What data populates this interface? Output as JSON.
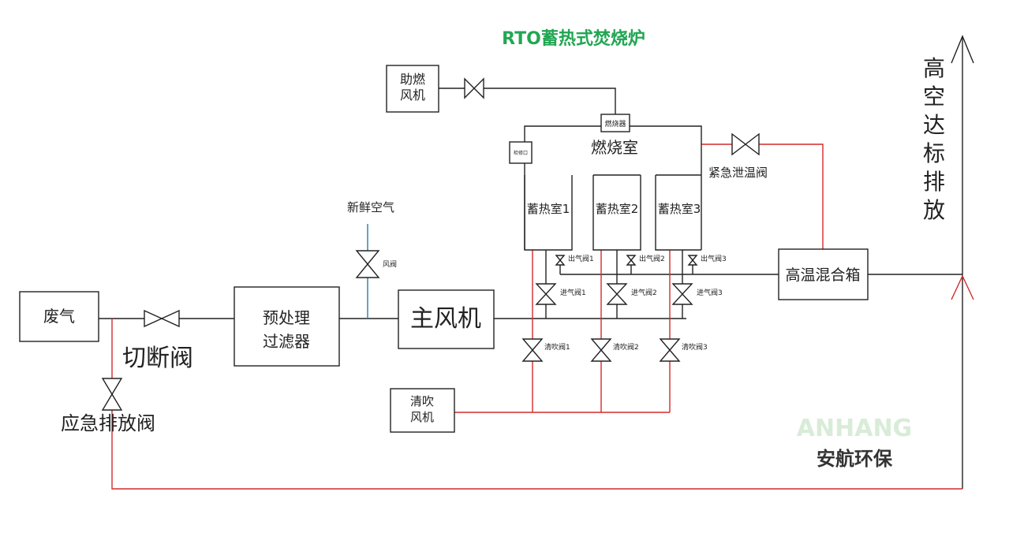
{
  "title": "RTO蓄热式焚烧炉",
  "watermark": {
    "en": "ANHANG",
    "cn": "安航环保"
  },
  "colors": {
    "title": "#22a653",
    "red_line": "#d42a2a",
    "line": "#222222",
    "fresh_air_pipe": "#2a7ea8",
    "watermark_en": "#d8ecd8",
    "watermark_cn": "#333333"
  },
  "labels": {
    "waste_gas": "废气",
    "shutoff_valve": "切断阀",
    "emergency_valve": "应急排放阀",
    "pretreat_line1": "预处理",
    "pretreat_line2": "过滤器",
    "fresh_air": "新鲜空气",
    "air_valve": "风阀",
    "main_fan": "主风机",
    "combustion_fan_line1": "助燃",
    "combustion_fan_line2": "风机",
    "burner": "燃烧器",
    "combustion_chamber": "燃烧室",
    "port_label": "检修口",
    "chamber1": "蓄热室1",
    "chamber2": "蓄热室2",
    "chamber3": "蓄热室3",
    "outlet_valve1": "出气阀1",
    "outlet_valve2": "出气阀2",
    "outlet_valve3": "出气阀3",
    "inlet_valve1": "进气阀1",
    "inlet_valve2": "进气阀2",
    "inlet_valve3": "进气阀3",
    "purge_valve1": "清吹阀1",
    "purge_valve2": "清吹阀2",
    "purge_valve3": "清吹阀3",
    "purge_fan_line1": "清吹",
    "purge_fan_line2": "风机",
    "emergency_temp_valve": "紧急泄温阀",
    "mixing_box": "高温混合箱",
    "stack_chars": [
      "高",
      "空",
      "达",
      "标",
      "排",
      "放"
    ]
  }
}
